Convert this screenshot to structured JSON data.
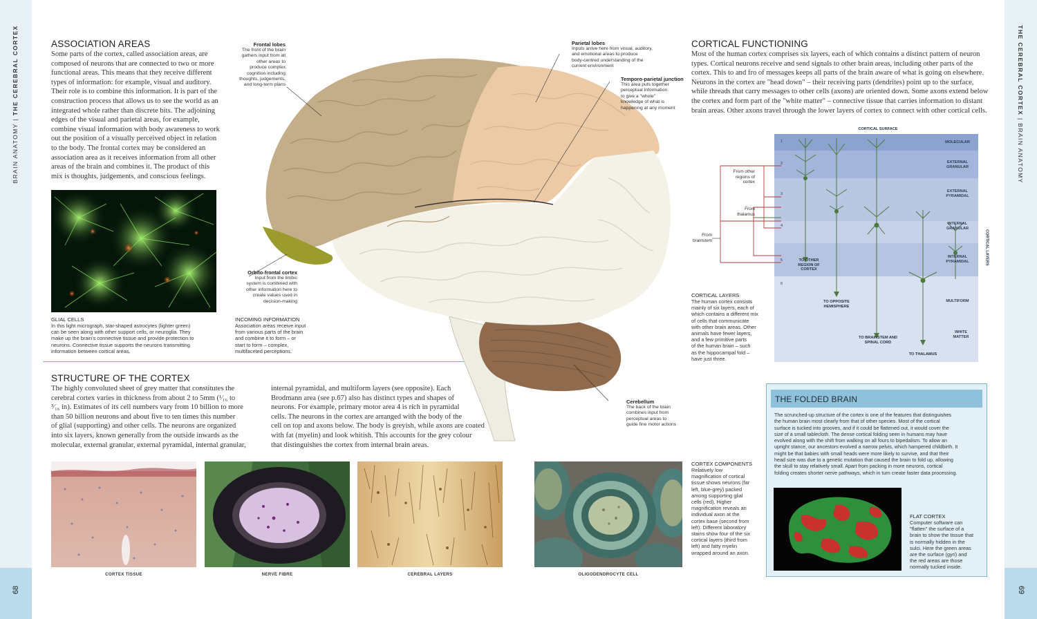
{
  "left_page": {
    "side_label_a": "BRAIN ANATOMY",
    "side_label_b": "THE CEREBRAL CORTEX",
    "page_number": "68"
  },
  "right_page": {
    "side_label_a": "THE CEREBRAL CORTEX",
    "side_label_b": "BRAIN ANATOMY",
    "page_number": "69"
  },
  "association": {
    "heading": "ASSOCIATION AREAS",
    "lines": [
      "Some parts of the cortex, called association areas, are",
      "composed of neurons that are connected to two or more",
      "functional areas. This means that they receive different",
      "types of information: for example, visual and auditory.",
      "Their role is to combine this information. It is part of the",
      "construction process that allows us to see the world as an",
      "integrated whole rather than discrete bits. The adjoining",
      "edges of the visual and parietal areas, for example,",
      "combine visual information with body awareness to work",
      "out the position of a visually perceived object in relation",
      "to the body. The frontal cortex may be considered an",
      "association area as it receives information from all other",
      "areas of the brain and combines it. The product of this",
      "mix is thoughts, judgements, and conscious feelings."
    ]
  },
  "glial": {
    "title": "GLIAL CELLS",
    "lines": [
      "In this light micrograph, star-shaped astrocytes (lighter green)",
      "can be seen along with other support cells, or neuroglia. They",
      "make up the brain's connective tissue and provide protection to",
      "neurons. Connective tissue supports the neurons transmitting",
      "information between cortical areas."
    ]
  },
  "incoming": {
    "title": "INCOMING INFORMATION",
    "lines": [
      "Association areas receive input",
      "from various parts of the brain",
      "and combine it to form – or",
      "start to form – complex,",
      "multifaceted perceptions."
    ]
  },
  "callouts": {
    "frontal": {
      "title": "Frontal lobes",
      "lines": [
        "The front of the brain",
        "gathers input from all",
        "other areas to",
        "produce complex",
        "cognition including",
        "thoughts, judgements,",
        "and long-term plans"
      ]
    },
    "parietal": {
      "title": "Parietal lobes",
      "lines": [
        "Inputs arrive here from visual, auditory,",
        "and emotional areas to produce",
        "body-centred understanding of the",
        "current environment"
      ]
    },
    "temporo": {
      "title": "Temporo-parietal junction",
      "lines": [
        "This area puts together",
        "perceptual information",
        "to give a \"whole\"",
        "knowledge of what is",
        "happening at any moment"
      ]
    },
    "orbito": {
      "title": "Orbito-frontal cortex",
      "lines": [
        "Input from the limbic",
        "system is combined with",
        "other information here to",
        "create values used in",
        "decision-making"
      ]
    },
    "cerebellum": {
      "title": "Cerebellum",
      "lines": [
        "The back of the brain",
        "combines input from",
        "perceptual areas to",
        "guide fine motor actions"
      ]
    }
  },
  "structure": {
    "heading": "STRUCTURE OF THE CORTEX",
    "col1": [
      "The highly convoluted sheet of grey matter that constitutes the",
      "cerebral cortex varies in thickness from about 2 to 5mm (¹⁄₁₆ to",
      "³⁄₁₆ in). Estimates of its cell numbers vary from 10 billion to more",
      "than 50 billion neurons and about five to ten times this number",
      "of glial (supporting) and other cells. The neurons are organized",
      "into six layers, known generally from the outside inwards as the",
      "molecular, external granular, external pyramidal, internal granular,"
    ],
    "col2": [
      "internal pyramidal, and multiform layers (see opposite). Each",
      "Brodmann area (see p.67) also has distinct types and shapes of",
      "neurons. For example, primary motor area 4 is rich in pyramidal",
      "cells. The neurons in the cortex are arranged with the body of the",
      "cell on top and axons below. The body is greyish, while axons are coated",
      "with fat (myelin) and look whitish. This accounts for the grey colour",
      "that distinguishes the cortex from internal brain areas."
    ]
  },
  "thumbs": {
    "t1": "CORTEX TISSUE",
    "t2": "NERVE FIBRE",
    "t3": "CEREBRAL LAYERS",
    "t4": "OLIGODENDROCYTE CELL"
  },
  "cortex_components": {
    "title": "CORTEX COMPONENTS",
    "lines": [
      "Relatively low",
      "magnification of cortical",
      "tissue shows neurons (far",
      "left, blue-grey) packed",
      "among supporting glial",
      "cells (red). Higher",
      "magnification reveals an",
      "individual axon at the",
      "cortex base (second from",
      "left). Different laboratory",
      "stains show four of the six",
      "cortical layers (third from",
      "left) and fatty myelin",
      "wrapped around an axon."
    ]
  },
  "functioning": {
    "heading": "CORTICAL FUNCTIONING",
    "lines": [
      "Most of the human cortex comprises six layers, each of which contains a distinct pattern of neuron",
      "types. Cortical neurons receive and send signals to other brain areas, including other parts of the",
      "cortex. This to and fro of messages keeps all parts of the brain aware of what is going on elsewhere.",
      "Neurons in the cortex are \"head down\" – their receiving parts (dendrites) point up to the surface,",
      "while threads that carry messages to other cells (axons) are oriented down. Some axons extend below",
      "the cortex and form part of the \"white matter\" – connective tissue that carries information to distant",
      "brain areas. Other axons travel through the lower layers of cortex to connect with other cortical cells."
    ]
  },
  "layers_caption": {
    "title": "CORTICAL LAYERS",
    "lines": [
      "The human cortex consists",
      "mainly of six layers, each of",
      "which contains a different mix",
      "of cells that communicate",
      "with other brain areas. Other",
      "animals have fewer layers,",
      "and a few primitive parts",
      "of the human brain – such",
      "as the hippocampal fold –",
      "have just three."
    ]
  },
  "diagram": {
    "surface": "CORTICAL SURFACE",
    "side": "CORTICAL LAYERS",
    "layers": [
      {
        "num": "1",
        "name": "MOLECULAR"
      },
      {
        "num": "2",
        "name": "EXTERNAL GRANULAR"
      },
      {
        "num": "3",
        "name": "EXTERNAL PYRAMIDAL"
      },
      {
        "num": "4",
        "name": "INTERNAL GRANULAR"
      },
      {
        "num": "5",
        "name": "INTERNAL PYRAMIDAL"
      },
      {
        "num": "6",
        "name": "MULTIFORM"
      }
    ],
    "white_matter": "WHITE MATTER",
    "inputs": {
      "other": "From other regions of cortex",
      "thalamus": "From thalamus",
      "brainstem": "From brainstem"
    },
    "outputs": {
      "o1": "TO OTHER REGION OF CORTEX",
      "o2": "TO OPPOSITE HEMISPHERE",
      "o3": "TO BRAINSTEM AND SPINAL CORD",
      "o4": "TO THALAMUS"
    },
    "colors": {
      "band_dark": "#8da3cf",
      "band_light": "#b9c7e3",
      "neuron": "#4b7a3e",
      "input_line": "#b13a3a"
    }
  },
  "folded": {
    "heading": "THE FOLDED BRAIN",
    "lines": [
      "The scrunched-up structure of the cortex is one of the features that distinguishes",
      "the human brain most clearly from that of other species. Most of the cortical",
      "surface is tucked into grooves, and if it could be flattened out, it would cover the",
      "size of a small tablecloth. The dense cortical folding seen in humans may have",
      "evolved along with the shift from walking on all fours to bipedalism. To allow an",
      "upright stance, our ancestors evolved a narrow pelvis, which hampered childbirth. It",
      "might be that babies with small heads were more likely to survive, and that their",
      "head size was due to a genetic mutation that caused the brain to fold up, allowing",
      "the skull to stay relatively small. Apart from packing in more neurons, cortical",
      "folding creates shorter nerve pathways, which in turn create faster data processing."
    ],
    "flat_title": "FLAT CORTEX",
    "flat_lines": [
      "Computer software can",
      "\"flatten\" the surface of a",
      "brain to show the tissue that",
      "is normally hidden in the",
      "sulci. Here the green areas",
      "are the surface (gyri) and",
      "the red areas are those",
      "normally tucked inside."
    ],
    "colors": {
      "box_bg": "#e3f0f7",
      "title_bg": "#8fc1db",
      "border": "#7fb6d4"
    }
  },
  "brain_colors": {
    "frontal": "#c4ad89",
    "parietal": "#eccaa5",
    "orbito": "#9c9b2e",
    "temporal": "#f4f2e7",
    "cerebellum": "#8f6a4c",
    "stem": "#efece2"
  }
}
